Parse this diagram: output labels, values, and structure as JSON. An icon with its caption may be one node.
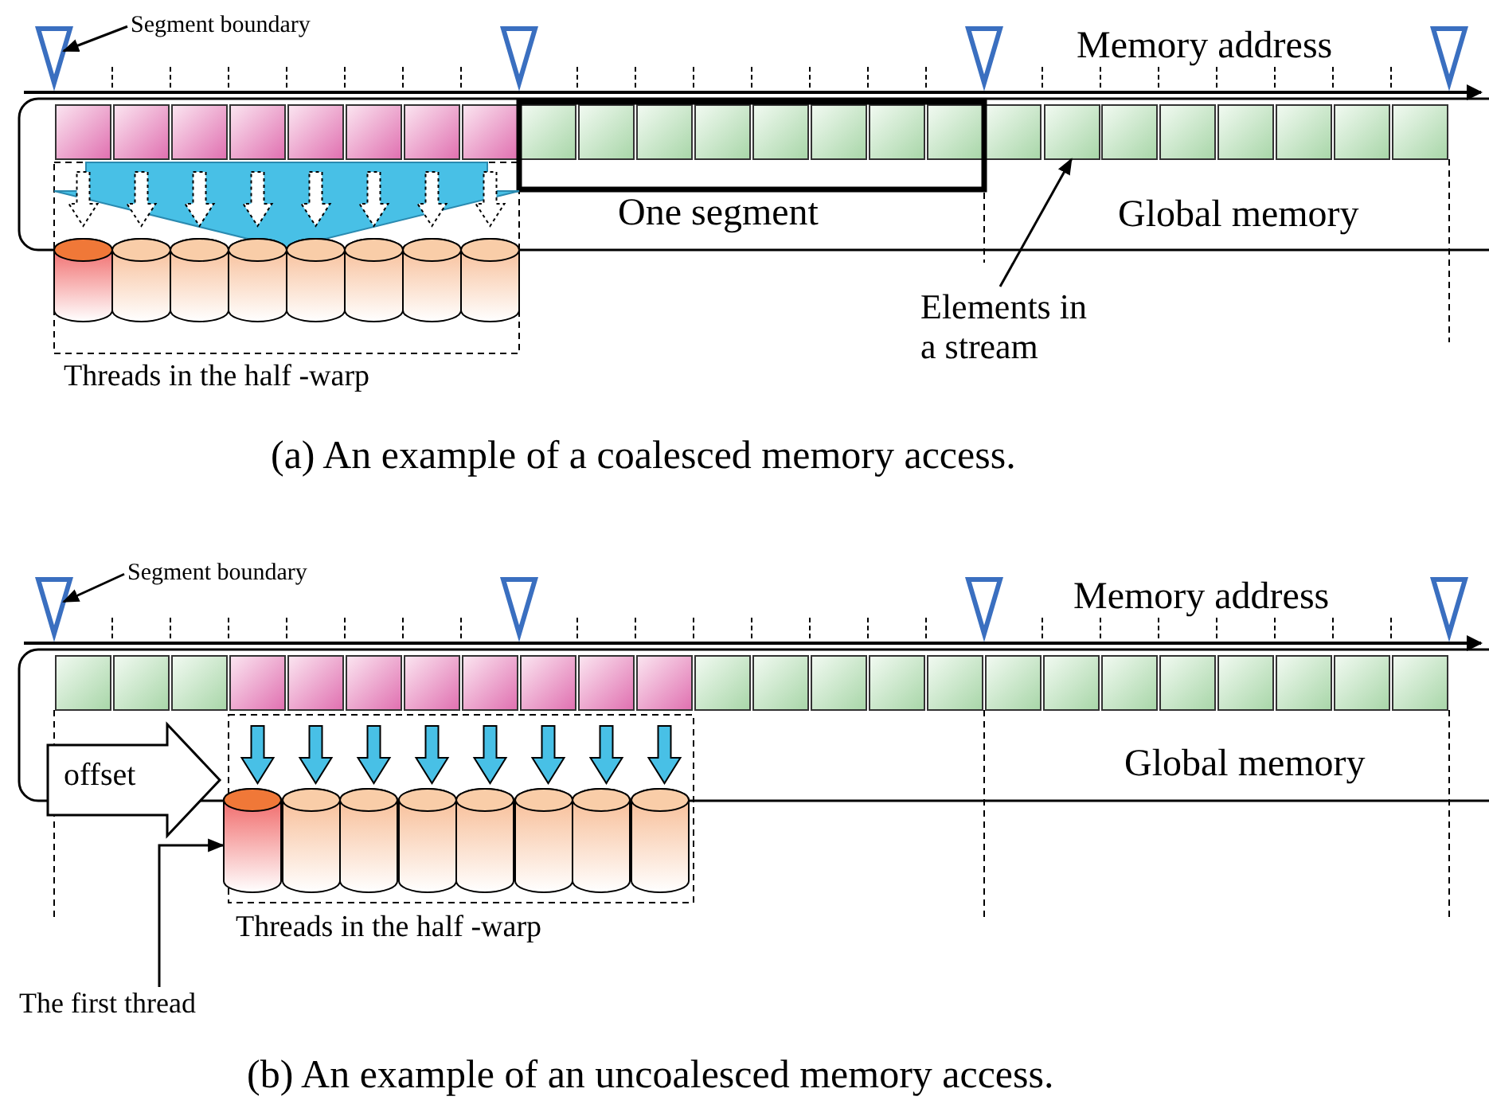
{
  "diagram": {
    "nodes": [
      {
        "text": [
          "Segment boundary"
        ]
      },
      {
        "text": [],
        "shape": "triangle"
      },
      {
        "text": [
          "Elements in a stream"
        ]
      },
      {
        "text": [],
        "shape": "box"
      },
      {
        "text": [
          "Segment boundary"
        ]
      },
      {
        "text": [],
        "shape": "triangle"
      },
      {
        "text": [
          "The first thread"
        ]
      },
      {
        "text": [],
        "shape": "cylinder"
      },
      {
        "text": [],
        "shape": "cylinder"
      },
      {
        "text": [],
        "shape": "cylinder"
      },
      {
        "text": [],
        "shape": "cylinder"
      },
      {
        "text": [],
        "shape": "cylinder"
      },
      {
        "text": [],
        "shape": "cylinder"
      },
      {
        "text": [],
        "shape": "cylinder"
      },
      {
        "text": [],
        "shape": "cylinder"
      }
    ],
    "edges": [
      {
        "from": 0,
        "to": 1,
        "arrow": "to"
      },
      {
        "from": 2,
        "to": 3,
        "arrow": "to"
      },
      {
        "from": 4,
        "to": 5,
        "arrow": "to"
      },
      {
        "from": 6,
        "to": 7,
        "arrow": "to"
      }
    ],
    "labels": [
      "Memory address",
      "One segment",
      "Global memory",
      "Threads in the half -warp",
      "(a) An example of a coalesced memory access.",
      "Memory address",
      "Global memory",
      "offset",
      "Threads in the half -warp",
      "(b) An example of an uncoalesced memory access."
    ]
  }
}
